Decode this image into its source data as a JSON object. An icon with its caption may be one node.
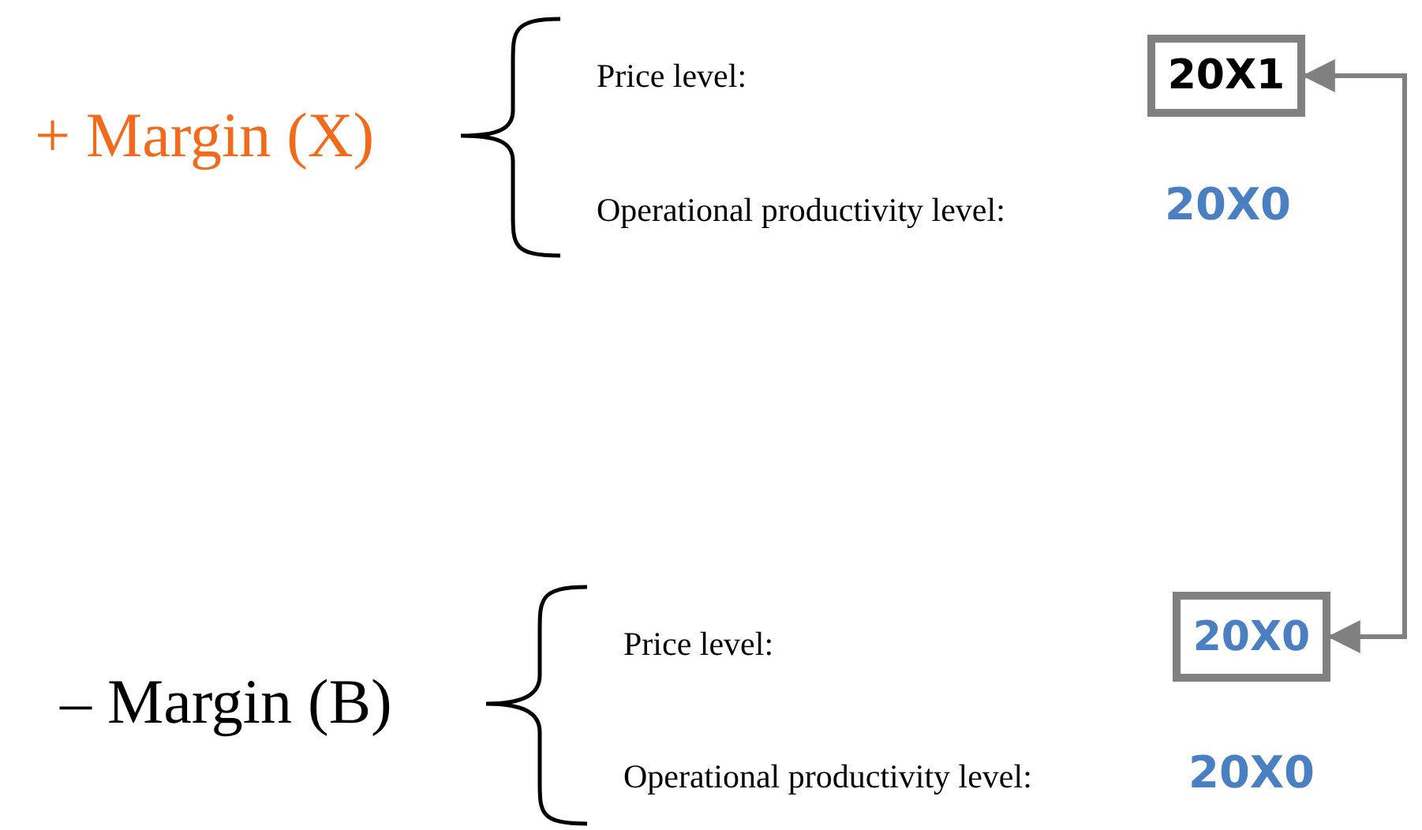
{
  "diagram": {
    "nodes": [
      {
        "text": [
          "20X1"
        ]
      },
      {
        "text": [
          "20X0"
        ]
      }
    ],
    "edges": [
      {
        "from": 1,
        "to": 0,
        "arrow": "both"
      }
    ],
    "labels": [
      "+ Margin (X)",
      "Price level:",
      "Operational productivity level:",
      "20X0",
      "– Margin (B)",
      "Price level:",
      "Operational productivity level:",
      "20X0"
    ]
  }
}
